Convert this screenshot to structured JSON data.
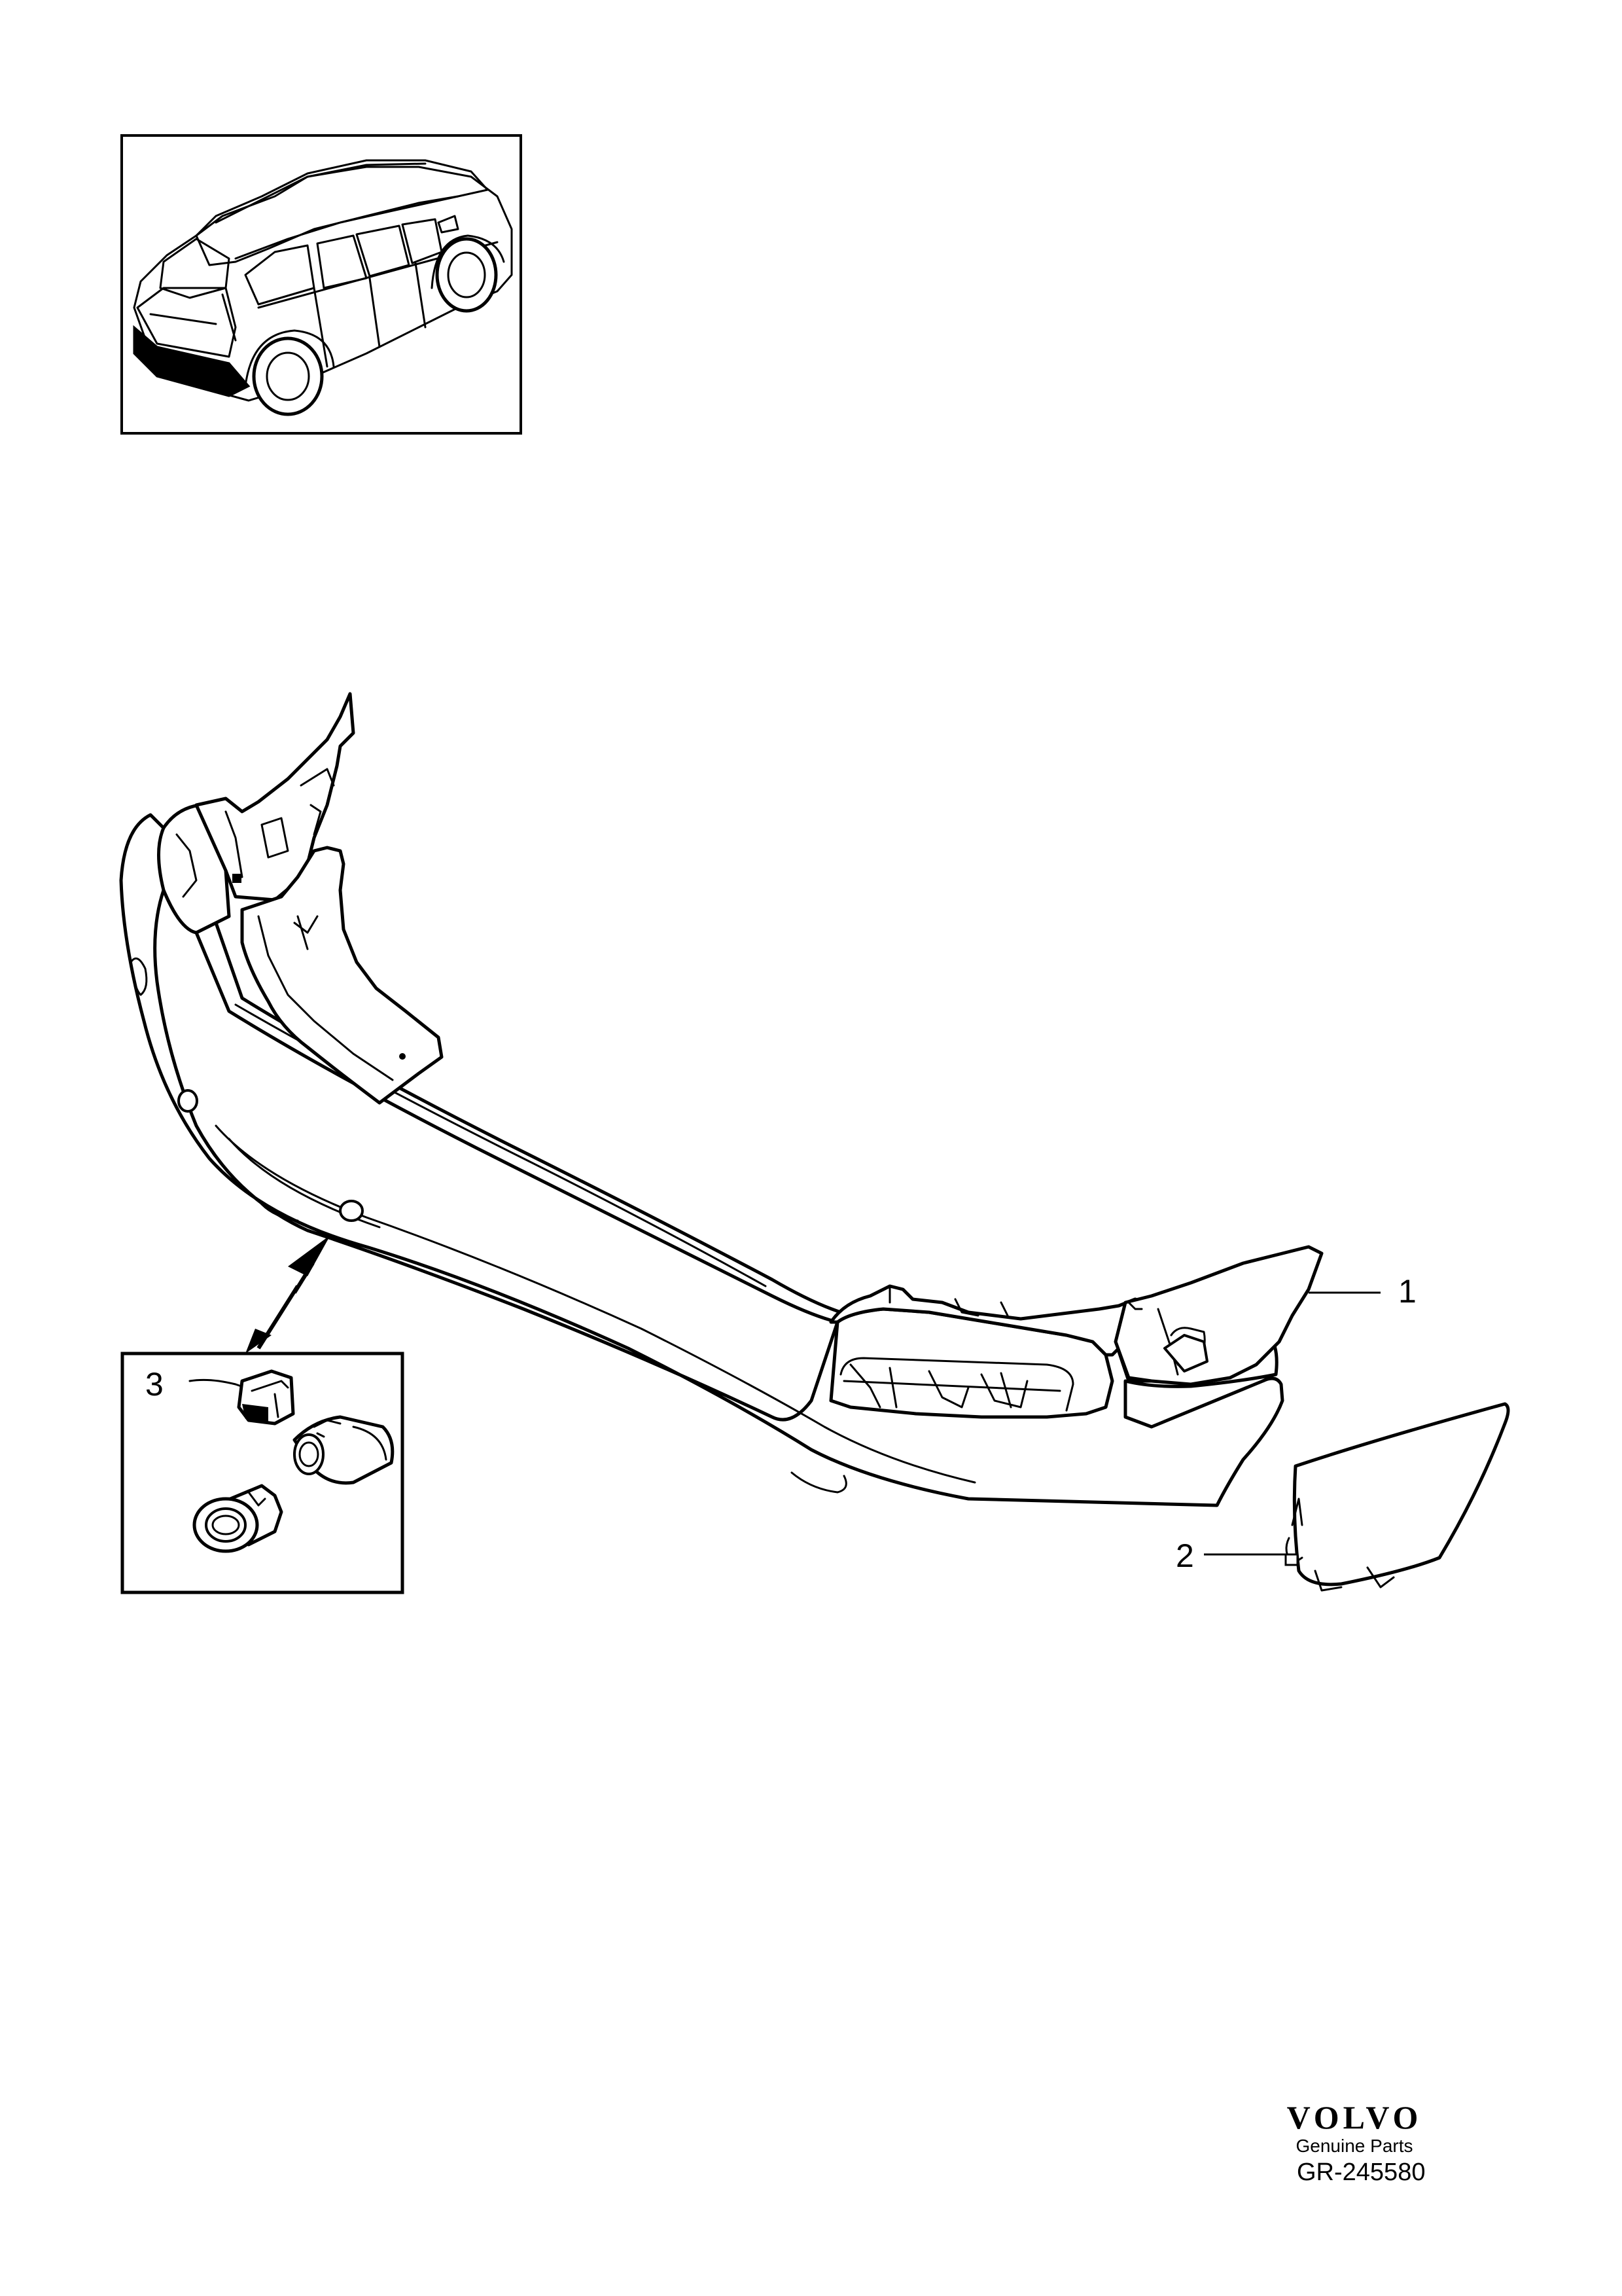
{
  "callouts": [
    {
      "number": "1",
      "part": "bumper-cover"
    },
    {
      "number": "2",
      "part": "end-cover"
    },
    {
      "number": "3",
      "part": "park-assist-sensor-kit"
    }
  ],
  "footer": {
    "brand": "VOLVO",
    "tagline": "Genuine Parts",
    "doc_id": "GR-245580"
  },
  "colors": {
    "line": "#000000",
    "background": "#ffffff"
  }
}
